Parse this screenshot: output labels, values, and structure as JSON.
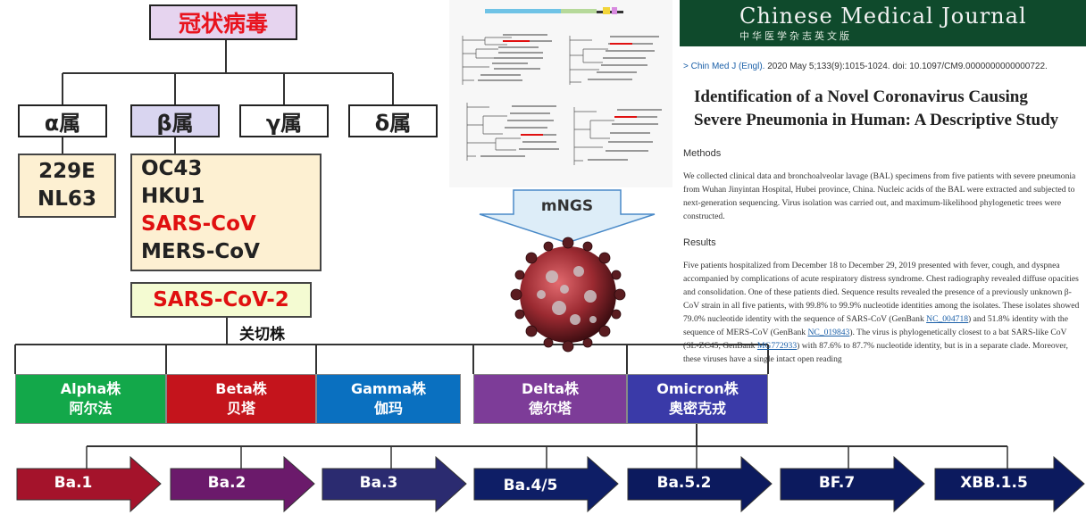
{
  "root": {
    "label": "冠状病毒"
  },
  "genera": [
    {
      "label": "α属"
    },
    {
      "label": "β属"
    },
    {
      "label": "γ属"
    },
    {
      "label": "δ属"
    }
  ],
  "alpha_members": [
    "229E",
    "NL63"
  ],
  "beta_members": [
    {
      "label": "OC43",
      "color": "#222222"
    },
    {
      "label": "HKU1",
      "color": "#222222"
    },
    {
      "label": "SARS-CoV",
      "color": "#e01010"
    },
    {
      "label": "MERS-CoV",
      "color": "#222222"
    }
  ],
  "sars2": {
    "label": "SARS-CoV-2"
  },
  "voc_label": "关切株",
  "variants": [
    {
      "name": "Alpha株",
      "cn": "阿尔法",
      "color": "#13a84a"
    },
    {
      "name": "Beta株",
      "cn": "贝塔",
      "color": "#c4141c"
    },
    {
      "name": "Gamma株",
      "cn": "伽玛",
      "color": "#0a70c0"
    },
    {
      "name": "Delta株",
      "cn": "德尔塔",
      "color": "#7d3c98"
    },
    {
      "name": "Omicron株",
      "cn": "奥密克戎",
      "color": "#3a3aa8"
    }
  ],
  "subvariants": [
    {
      "label": "Ba.1",
      "color": "#a4132b"
    },
    {
      "label": "Ba.2",
      "color": "#6b1a6b"
    },
    {
      "label": "Ba.3",
      "color": "#2b2b70"
    },
    {
      "label": "Ba.4/5",
      "color": "#0e1e66"
    },
    {
      "label": "Ba.5.2",
      "color": "#0c1a5e"
    },
    {
      "label": "BF.7",
      "color": "#0c1a5e"
    },
    {
      "label": "XBB.1.5",
      "color": "#0c1a5e"
    }
  ],
  "mngs_label": "mNGS",
  "journal": {
    "name": "Chinese Medical Journal",
    "name_cn": "中华医学杂志英文版",
    "citation_prefix": "> ",
    "citation_link": "Chin Med J (Engl).",
    "citation_rest": " 2020 May 5;133(9):1015-1024. doi: 10.1097/CM9.0000000000000722.",
    "title": "Identification of a Novel Coronavirus Causing Severe Pneumonia in Human: A Descriptive Study",
    "methods_heading": "Methods",
    "methods_text": "We collected clinical data and bronchoalveolar lavage (BAL) specimens from five patients with severe pneumonia from Wuhan Jinyintan Hospital, Hubei province, China. Nucleic acids of the BAL were extracted and subjected to next-generation sequencing. Virus isolation was carried out, and maximum-likelihood phylogenetic trees were constructed.",
    "results_heading": "Results",
    "results_text_1": "Five patients hospitalized from December 18 to December 29, 2019 presented with fever, cough, and dyspnea accompanied by complications of acute respiratory distress syndrome. Chest radiography revealed diffuse opacities and consolidation. One of these patients died. Sequence results revealed the presence of a previously unknown β-CoV strain in all five patients, with 99.8% to 99.9% nucleotide identities among the isolates. These isolates showed 79.0% nucleotide identity with the sequence of SARS-CoV (GenBank ",
    "ref1": "NC_004718",
    "results_text_2": ") and 51.8% identity with the sequence of MERS-CoV (GenBank ",
    "ref2": "NC_019843",
    "results_text_3": "). The virus is phylogenetically closest to a bat SARS-like CoV (SL-ZC45, GenBank ",
    "ref3": "MG772933",
    "results_text_4": ") with 87.6% to 87.7% nucleotide identity, but is in a separate clade. Moreover, these viruses have a single intact open reading"
  }
}
